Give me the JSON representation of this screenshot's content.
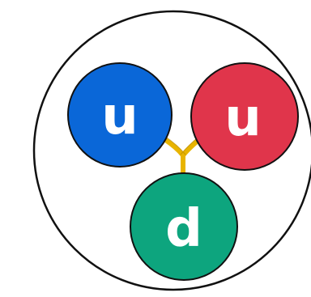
{
  "particle": {
    "boundary_color": "#111111",
    "gluon_color": "#E8B400",
    "quarks": [
      {
        "label": "u",
        "color": "#0A67D8"
      },
      {
        "label": "u",
        "color": "#E0354B"
      },
      {
        "label": "d",
        "color": "#0DA57E"
      }
    ]
  }
}
